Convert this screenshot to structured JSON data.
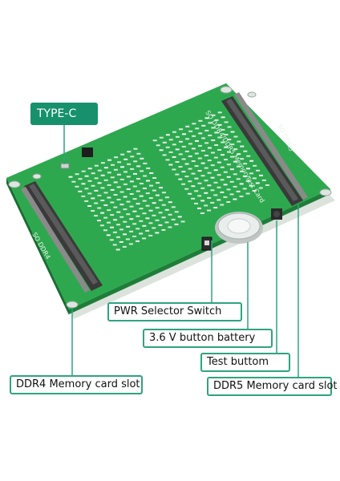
{
  "callouts": {
    "type_c": "TYPE-C",
    "pwr_selector": "PWR  Selector Switch",
    "battery": "3.6 V button battery",
    "test_button": "Test  buttom",
    "ddr4_slot": "DDR4  Memory card slot",
    "ddr5_slot": "DDR5  Memory card slot"
  },
  "board_silkscreen": {
    "left_slot": "SO  DDR4",
    "right_slot": "SO  DDR5",
    "center_top": "SO  DDR4/DDR5  Memory",
    "center_bottom": "Test  Card"
  },
  "colors": {
    "board": "#2ea84f",
    "board_edge": "#1f7d3a",
    "callout_accent": "#17916b",
    "callout_line": "#2fa37f"
  }
}
